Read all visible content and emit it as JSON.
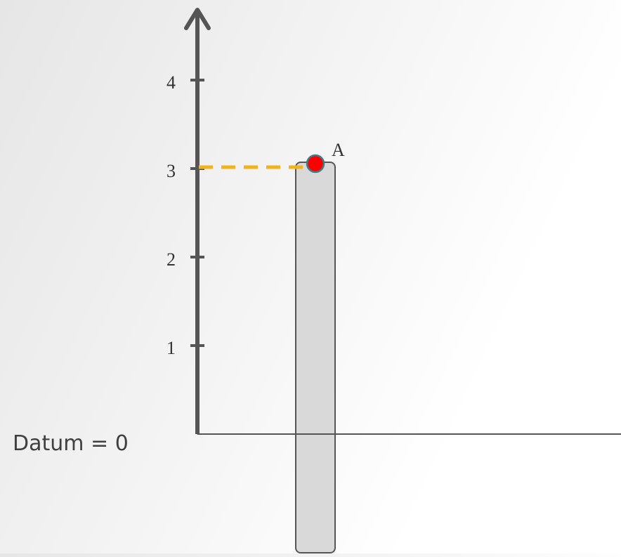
{
  "diagram": {
    "y_axis": {
      "ticks": [
        {
          "value": 1,
          "label": "1"
        },
        {
          "value": 2,
          "label": "2"
        },
        {
          "value": 3,
          "label": "3"
        },
        {
          "value": 4,
          "label": "4"
        }
      ]
    },
    "datum_label": "Datum = 0",
    "point": {
      "label": "A",
      "value": 3
    },
    "colors": {
      "axis": "#555555",
      "baseline": "#555555",
      "guide_dashed": "#f2b21b",
      "point_fill": "#ff0000",
      "point_stroke": "#3a7f8c",
      "column_fill": "#d9d9d9",
      "column_stroke": "#555555"
    }
  }
}
